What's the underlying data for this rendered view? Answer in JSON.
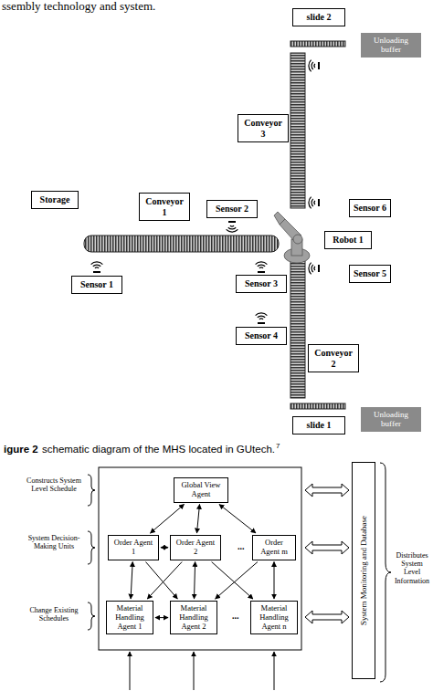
{
  "diagram": {
    "nodes": [
      {
        "text": [
          "slide 2"
        ]
      },
      {
        "text": [
          "Unloading buffer"
        ]
      },
      {
        "text": [
          "Conveyor 3"
        ]
      },
      {
        "text": [
          "Storage"
        ]
      },
      {
        "text": [
          "Conveyor 1"
        ]
      },
      {
        "text": [
          "Sensor 2"
        ]
      },
      {
        "text": [
          "Robot 1"
        ]
      },
      {
        "text": [
          "Sensor 6"
        ]
      },
      {
        "text": [
          "Sensor 1"
        ]
      },
      {
        "text": [
          "Sensor 3"
        ]
      },
      {
        "text": [
          "Sensor 5"
        ]
      },
      {
        "text": [
          "Sensor 4"
        ]
      },
      {
        "text": [
          "Conveyor 2"
        ]
      },
      {
        "text": [
          "slide 1"
        ]
      },
      {
        "text": [
          "Unloading buffer"
        ]
      },
      {
        "text": [
          "Global View Agent"
        ]
      },
      {
        "text": [
          "Order Agent 1"
        ]
      },
      {
        "text": [
          "Order Agent 2"
        ]
      },
      {
        "text": [
          "Order Agent m"
        ]
      },
      {
        "text": [
          "Material Handling Agent 1"
        ]
      },
      {
        "text": [
          "Material Handling Agent 2"
        ]
      },
      {
        "text": [
          "Material Handling Agent n"
        ]
      },
      {
        "text": [
          "System Monitoring and Database"
        ]
      }
    ],
    "edges": [
      {
        "from": 15,
        "to": 16,
        "arrow": "both"
      },
      {
        "from": 15,
        "to": 17,
        "arrow": "both"
      },
      {
        "from": 15,
        "to": 18,
        "arrow": "both"
      },
      {
        "from": 16,
        "to": 17,
        "arrow": "both"
      },
      {
        "from": 16,
        "to": 19,
        "arrow": "both"
      },
      {
        "from": 16,
        "to": 20,
        "arrow": "to"
      },
      {
        "from": 17,
        "to": 19,
        "arrow": "to"
      },
      {
        "from": 17,
        "to": 20,
        "arrow": "both"
      },
      {
        "from": 17,
        "to": 21,
        "arrow": "to"
      },
      {
        "from": 18,
        "to": 20,
        "arrow": "to"
      },
      {
        "from": 18,
        "to": 21,
        "arrow": "both"
      },
      {
        "from": 19,
        "to": 20,
        "arrow": "both"
      }
    ],
    "labels": [
      "ssembly technology and system.",
      "igure 2",
      "schematic diagram of the MHS located in GUtech.",
      "7",
      "Constructs System Level Schedule",
      "System Decision-Making Units",
      "Change Existing Schedules",
      "...",
      "...",
      "Distributes System Level Information"
    ]
  }
}
